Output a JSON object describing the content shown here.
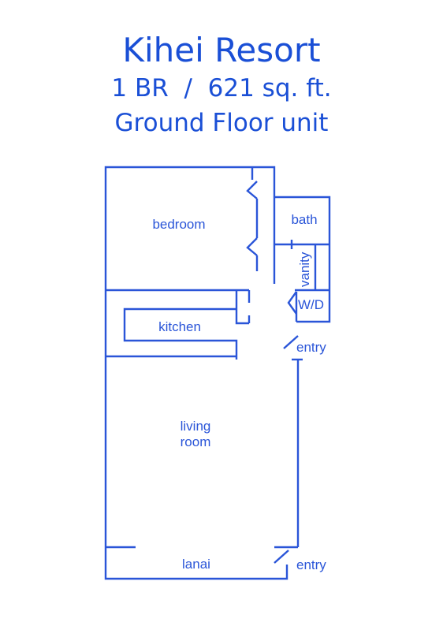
{
  "title": "Kihei Resort",
  "subtitle": "1 BR  /  621 sq. ft.",
  "unit": "Ground Floor unit",
  "rooms": {
    "bedroom": "bedroom",
    "bath": "bath",
    "vanity": "vanity",
    "wd": "W/D",
    "kitchen": "kitchen",
    "living_line1": "living",
    "living_line2": "room",
    "lanai": "lanai",
    "entry_front": "entry",
    "entry_lanai": "entry"
  },
  "colors": {
    "ink": "#2a55d8"
  }
}
